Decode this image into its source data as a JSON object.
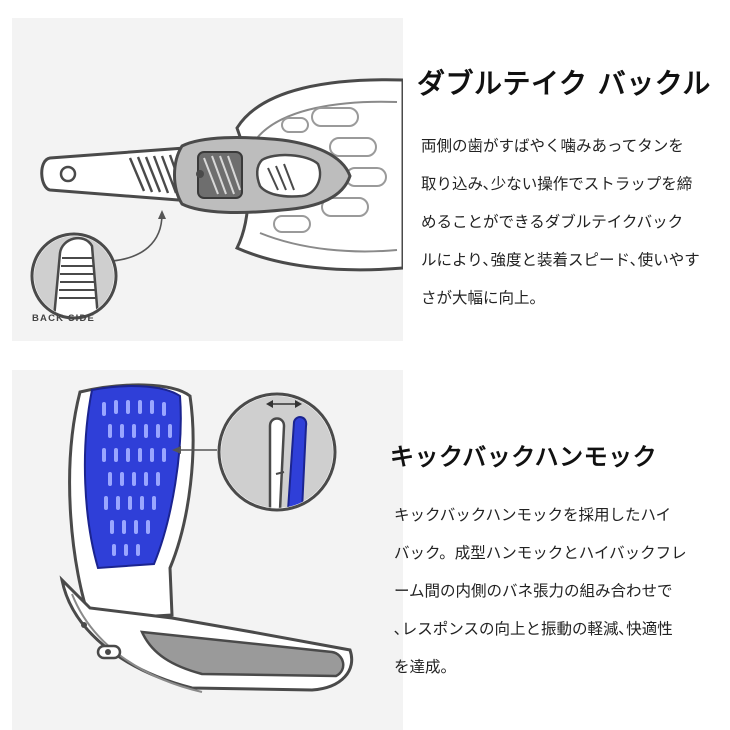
{
  "section1": {
    "title": "ダブルテイク バックル",
    "lines": [
      "両側の歯がすばやく噛みあってタンを",
      "取り込み､少ない操作でストラップを締",
      "めることができるダブルテイクバック",
      "ルにより､強度と装着スピード､使いやす",
      "さが大幅に向上。"
    ],
    "inset_label": "BACK SIDE"
  },
  "section2": {
    "title": "キックバックハンモック",
    "lines": [
      "キックバックハンモックを採用したハイ",
      "バック。成型ハンモックとハイバックフレ",
      "ーム間の内側のバネ張力の組み合わせで",
      "､レスポンスの向上と振動の軽減､快適性",
      "を達成。"
    ]
  },
  "colors": {
    "panel_bg": "#f3f3f3",
    "outline": "#4a4a4a",
    "hammock_blue": "#2f3fd8",
    "base_grey": "#9a9a9a"
  }
}
